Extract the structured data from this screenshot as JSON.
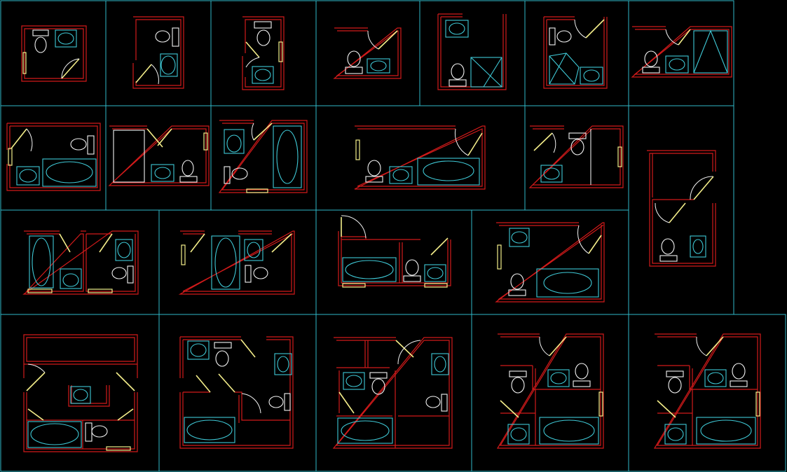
{
  "drawing": {
    "background": "#000000",
    "colors": {
      "grid": "#2FB9C8",
      "wall": "#D11A1A",
      "fixture": "#3FC9D6",
      "toilet": "#F2F2F2",
      "door": "#F4EE8A"
    },
    "rows": [
      {
        "count": 7
      },
      {
        "count": 6
      },
      {
        "count": 4
      },
      {
        "count": 5
      }
    ],
    "symbols": [
      "toilet",
      "sink",
      "bathtub",
      "shower",
      "door",
      "window",
      "wall"
    ]
  }
}
